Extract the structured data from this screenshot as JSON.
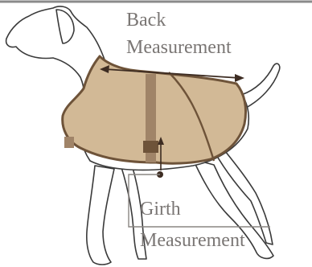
{
  "labels": {
    "back_line1": "Back",
    "back_line2": "Measurement",
    "girth_line1": "Girth",
    "girth_line2": "Measurement"
  },
  "colors": {
    "outline": "#3a3a3a",
    "coat_fill": "#d2b996",
    "coat_trim": "#6e5339",
    "strap": "#a08468",
    "arrow": "#3d2c22",
    "label": "#7a7674",
    "top_rule": "#8a8a8a"
  }
}
